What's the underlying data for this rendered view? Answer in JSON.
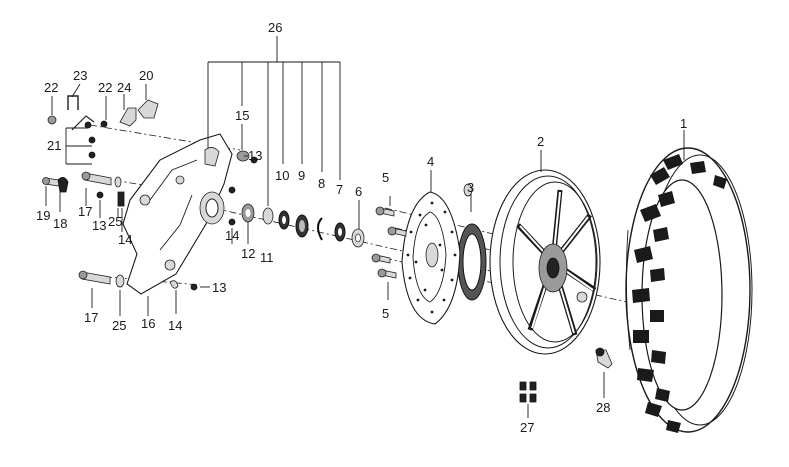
{
  "diagram": {
    "callouts": [
      {
        "id": "c1",
        "text": "1"
      },
      {
        "id": "c2",
        "text": "2"
      },
      {
        "id": "c3",
        "text": "3"
      },
      {
        "id": "c4",
        "text": "4"
      },
      {
        "id": "c5a",
        "text": "5"
      },
      {
        "id": "c5b",
        "text": "5"
      },
      {
        "id": "c6",
        "text": "6"
      },
      {
        "id": "c7",
        "text": "7"
      },
      {
        "id": "c8",
        "text": "8"
      },
      {
        "id": "c9",
        "text": "9"
      },
      {
        "id": "c10",
        "text": "10"
      },
      {
        "id": "c11",
        "text": "11"
      },
      {
        "id": "c12",
        "text": "12"
      },
      {
        "id": "c13a",
        "text": "13"
      },
      {
        "id": "c13b",
        "text": "13"
      },
      {
        "id": "c13c",
        "text": "13"
      },
      {
        "id": "c14a",
        "text": "14"
      },
      {
        "id": "c14b",
        "text": "14"
      },
      {
        "id": "c14c",
        "text": "14"
      },
      {
        "id": "c15",
        "text": "15"
      },
      {
        "id": "c16",
        "text": "16"
      },
      {
        "id": "c17a",
        "text": "17"
      },
      {
        "id": "c17b",
        "text": "17"
      },
      {
        "id": "c18",
        "text": "18"
      },
      {
        "id": "c19",
        "text": "19"
      },
      {
        "id": "c20",
        "text": "20"
      },
      {
        "id": "c21",
        "text": "21"
      },
      {
        "id": "c22a",
        "text": "22"
      },
      {
        "id": "c22b",
        "text": "22"
      },
      {
        "id": "c23",
        "text": "23"
      },
      {
        "id": "c24",
        "text": "24"
      },
      {
        "id": "c25a",
        "text": "25"
      },
      {
        "id": "c25b",
        "text": "25"
      },
      {
        "id": "c26",
        "text": "26"
      },
      {
        "id": "c27",
        "text": "27"
      },
      {
        "id": "c28",
        "text": "28"
      }
    ]
  }
}
